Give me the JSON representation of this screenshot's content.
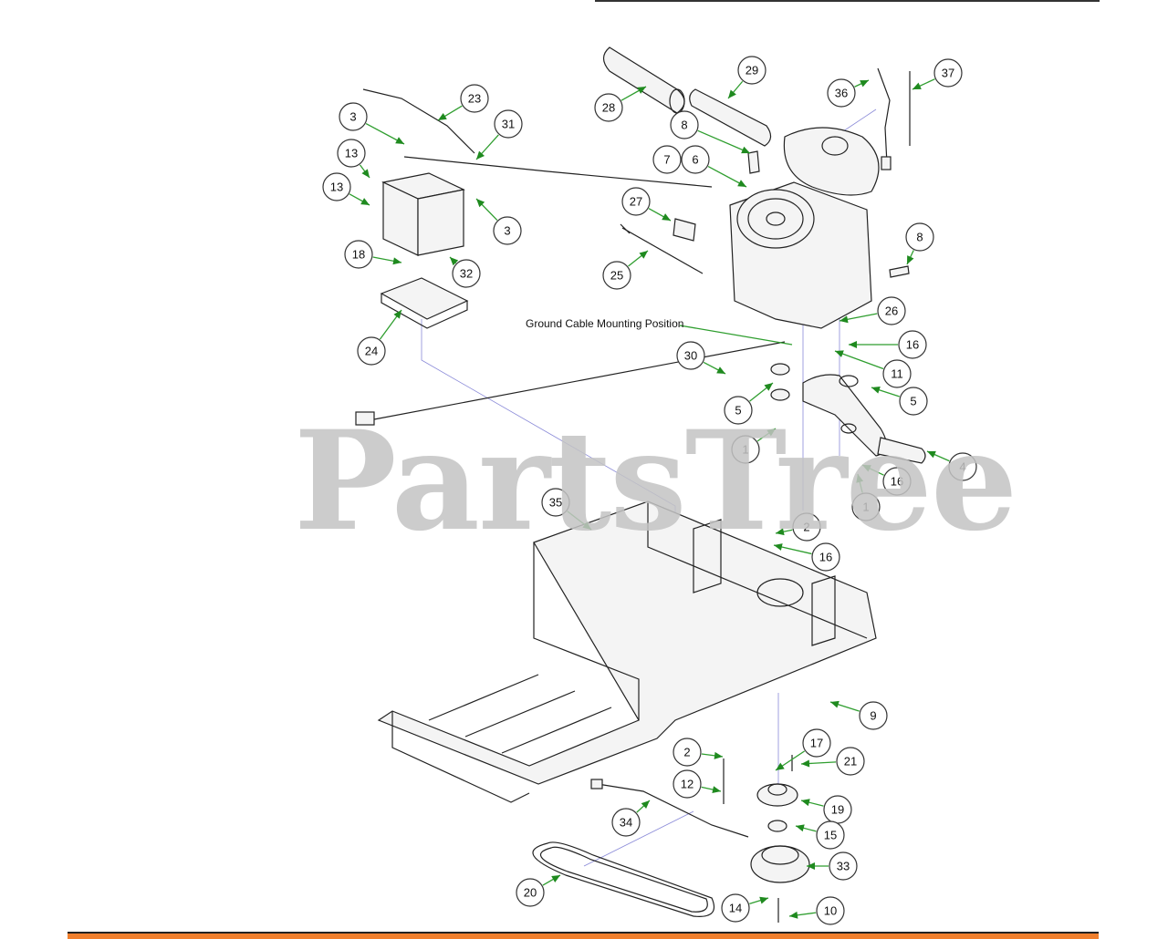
{
  "watermark": "PartsTree",
  "ground_cable_label": "Ground Cable Mounting Position",
  "colors": {
    "callout_arrow": "#2f9e2f",
    "footer": "#f07f2d",
    "watermark": "#c4c4c4"
  },
  "callouts": [
    {
      "id": "c28",
      "label": "28"
    },
    {
      "id": "c29",
      "label": "29"
    },
    {
      "id": "c36",
      "label": "36"
    },
    {
      "id": "c37",
      "label": "37"
    },
    {
      "id": "c23",
      "label": "23"
    },
    {
      "id": "c3a",
      "label": "3"
    },
    {
      "id": "c31",
      "label": "31"
    },
    {
      "id": "c8a",
      "label": "8"
    },
    {
      "id": "c13a",
      "label": "13"
    },
    {
      "id": "c7",
      "label": "7"
    },
    {
      "id": "c6",
      "label": "6"
    },
    {
      "id": "c13b",
      "label": "13"
    },
    {
      "id": "c3b",
      "label": "3"
    },
    {
      "id": "c27",
      "label": "27"
    },
    {
      "id": "c8b",
      "label": "8"
    },
    {
      "id": "c18",
      "label": "18"
    },
    {
      "id": "c32",
      "label": "32"
    },
    {
      "id": "c25",
      "label": "25"
    },
    {
      "id": "c26",
      "label": "26"
    },
    {
      "id": "c24",
      "label": "24"
    },
    {
      "id": "c16a",
      "label": "16"
    },
    {
      "id": "c30",
      "label": "30"
    },
    {
      "id": "c11",
      "label": "11"
    },
    {
      "id": "c5a",
      "label": "5"
    },
    {
      "id": "c5b",
      "label": "5"
    },
    {
      "id": "c1a",
      "label": "1"
    },
    {
      "id": "c4",
      "label": "4"
    },
    {
      "id": "c16b",
      "label": "16"
    },
    {
      "id": "c1b",
      "label": "1"
    },
    {
      "id": "c35",
      "label": "35"
    },
    {
      "id": "c2a",
      "label": "2"
    },
    {
      "id": "c16c",
      "label": "16"
    },
    {
      "id": "c9",
      "label": "9"
    },
    {
      "id": "c17",
      "label": "17"
    },
    {
      "id": "c2b",
      "label": "2"
    },
    {
      "id": "c21",
      "label": "21"
    },
    {
      "id": "c12",
      "label": "12"
    },
    {
      "id": "c19",
      "label": "19"
    },
    {
      "id": "c34",
      "label": "34"
    },
    {
      "id": "c15",
      "label": "15"
    },
    {
      "id": "c33",
      "label": "33"
    },
    {
      "id": "c20",
      "label": "20"
    },
    {
      "id": "c14",
      "label": "14"
    },
    {
      "id": "c10",
      "label": "10"
    }
  ]
}
